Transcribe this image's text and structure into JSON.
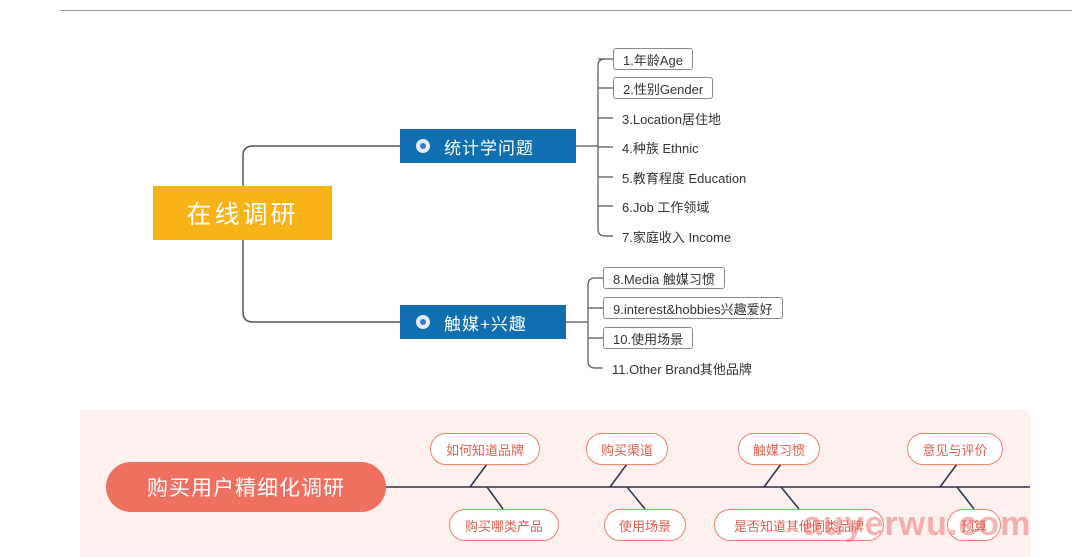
{
  "mindmap": {
    "root": "在线调研",
    "branches": [
      {
        "label": "统计学问题",
        "leaves": [
          "1.年龄Age",
          "2.性别Gender",
          "3.Location居住地",
          "4.种族 Ethnic",
          "5.教育程度 Education",
          "6.Job 工作领域",
          "7.家庭收入 Income"
        ]
      },
      {
        "label": "触媒+兴趣",
        "leaves": [
          "8.Media 触媒习惯",
          "9.interest&hobbies兴趣爱好",
          "10.使用场景",
          "11.Other Brand其他品牌"
        ]
      }
    ]
  },
  "fishbone": {
    "head": "购买用户精细化调研",
    "top": [
      "如何知道品牌",
      "购买渠道",
      "触媒习惯",
      "意见与评价"
    ],
    "bottom": [
      "购买哪类产品",
      "使用场景",
      "是否知道其他同类品牌",
      "预算"
    ]
  },
  "watermark": "auyerwu.com",
  "colors": {
    "root": "#f7b318",
    "branch": "#0f6fb0",
    "fish_head": "#f07060",
    "fish_panel": "#fdf0ee"
  }
}
